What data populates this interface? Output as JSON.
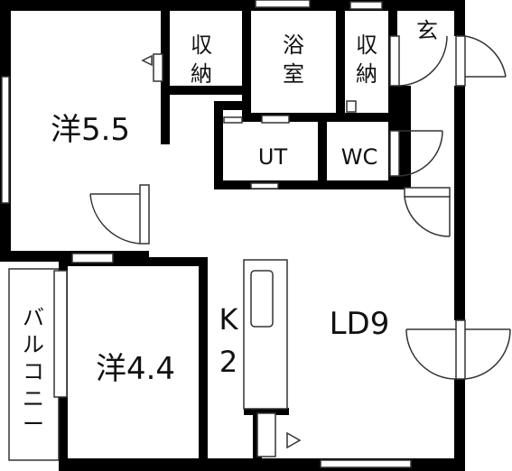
{
  "plan": {
    "rooms": {
      "western_1": "洋5.5",
      "western_2": "洋4.4",
      "storage_1": [
        "収",
        "納"
      ],
      "bath": [
        "浴",
        "室"
      ],
      "storage_2": [
        "収",
        "納"
      ],
      "entrance": "玄",
      "utility": "UT",
      "toilet": "WC",
      "living": "LD9",
      "kitchen": [
        "K",
        "2"
      ],
      "balcony": [
        "バ",
        "ル",
        "コ",
        "ニ",
        "ー"
      ]
    },
    "colors": {
      "wall": "#000000",
      "background": "#ffffff",
      "line": "#333333"
    }
  }
}
